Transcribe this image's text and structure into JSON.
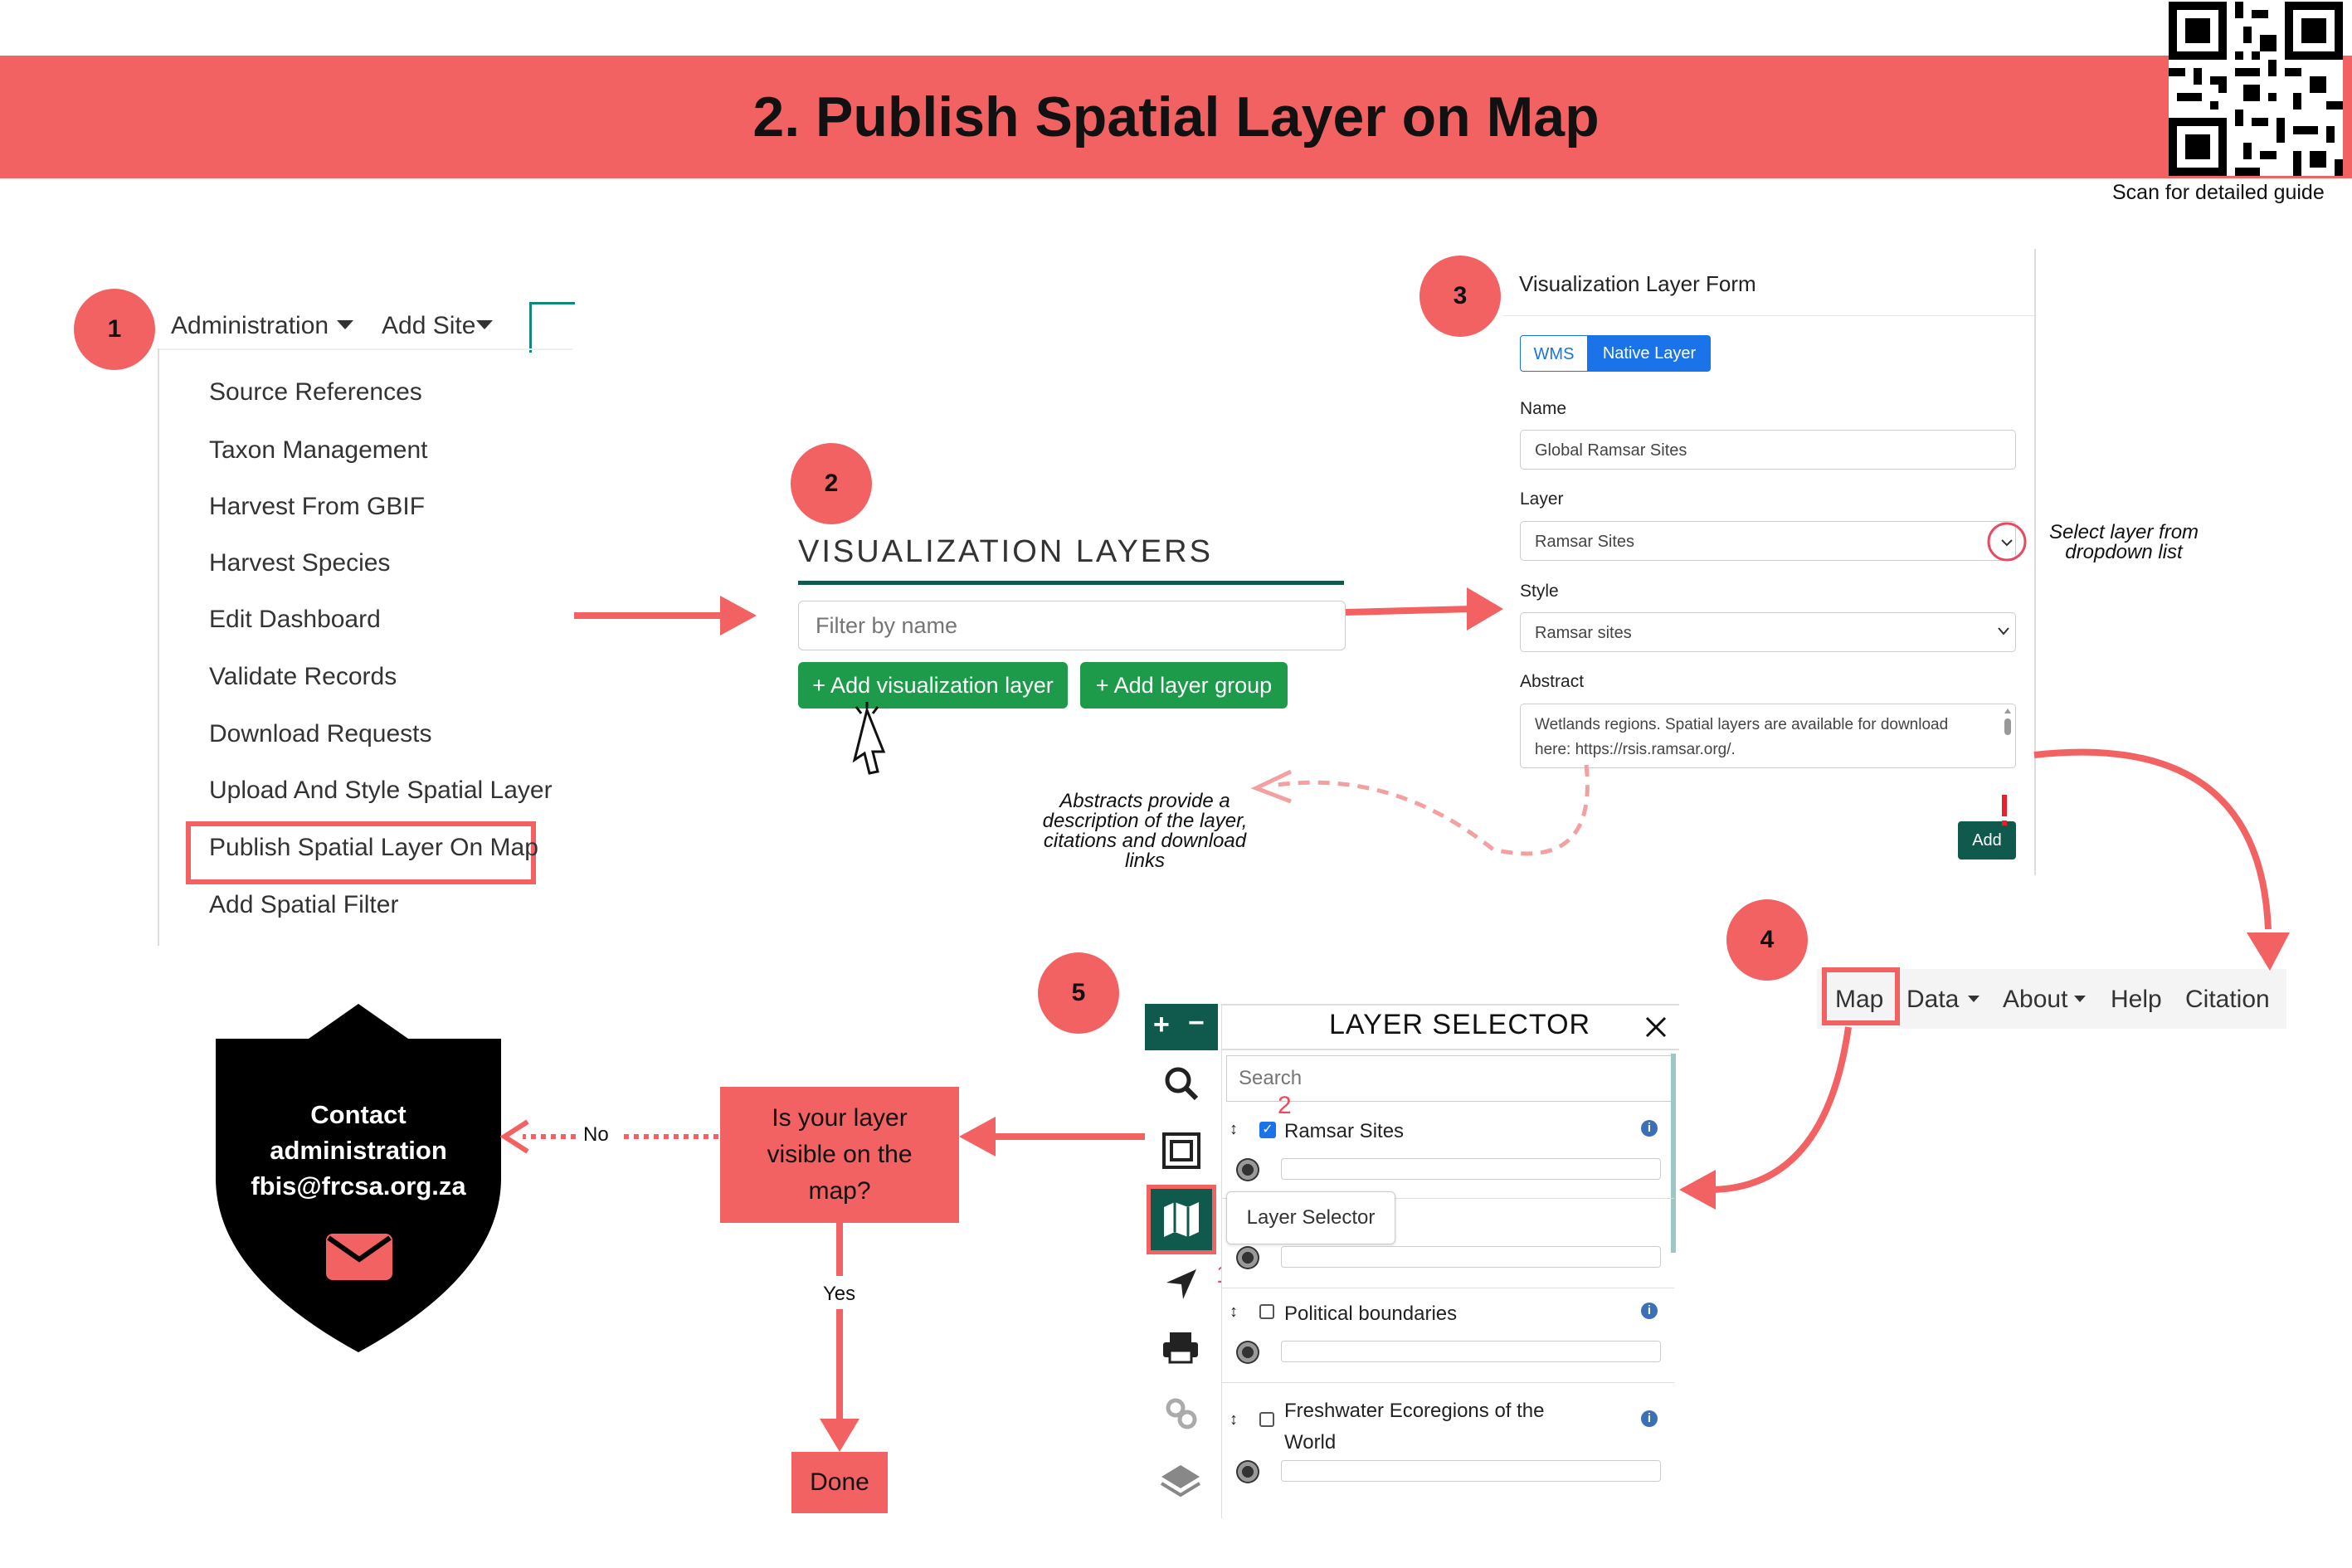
{
  "header": {
    "title": "2. Publish Spatial Layer on Map",
    "qr_caption": "Scan for detailed guide"
  },
  "colors": {
    "accent": "#f36262",
    "green": "#1d9a4a",
    "dark_teal": "#0f5a4c",
    "blue": "#1a73e8"
  },
  "steps": [
    "1",
    "2",
    "3",
    "4",
    "5"
  ],
  "panel1": {
    "nav": {
      "administration": "Administration",
      "add_site": "Add Site"
    },
    "menu_items": [
      "Source References",
      "Taxon Management",
      "Harvest From GBIF",
      "Harvest Species",
      "Edit Dashboard",
      "Validate Records",
      "Download Requests",
      "Upload And Style Spatial Layer",
      "Publish Spatial Layer On Map",
      "Add Spatial Filter"
    ]
  },
  "panel2": {
    "title": "VISUALIZATION LAYERS",
    "filter_placeholder": "Filter by name",
    "add_visualization_layer": "+ Add visualization layer",
    "add_layer_group": "+ Add layer group"
  },
  "panel3": {
    "title": "Visualization Layer Form",
    "tabs": [
      "WMS",
      "Native Layer"
    ],
    "name_label": "Name",
    "name_value": "Global Ramsar Sites",
    "layer_label": "Layer",
    "layer_value": "Ramsar Sites",
    "style_label": "Style",
    "style_value": "Ramsar sites",
    "abstract_label": "Abstract",
    "abstract_line1": "Wetlands regions. Spatial layers are available for download",
    "abstract_line2": "here: https://rsis.ramsar.org/.",
    "add_button": "Add",
    "note_select_1": "Select layer from",
    "note_select_2": "dropdown list",
    "note_abstract": [
      "Abstracts provide a",
      "description of the layer,",
      "citations and download",
      "links"
    ]
  },
  "panel4": {
    "nav": [
      "Map",
      "Data",
      "About",
      "Help",
      "Citation"
    ]
  },
  "panel5": {
    "title": "LAYER SELECTOR",
    "search_placeholder": "Search",
    "tooltip": "Layer Selector",
    "layers": [
      "Ramsar Sites",
      "Political boundaries",
      "Freshwater Ecoregions of the",
      "World"
    ],
    "marker_1": "1",
    "marker_2": "2"
  },
  "flow": {
    "question": [
      "Is your layer",
      "visible on the",
      "map?"
    ],
    "no": "No",
    "yes": "Yes",
    "done": "Done",
    "contact": [
      "Contact",
      "administration",
      "fbis@frcsa.org.za"
    ]
  }
}
